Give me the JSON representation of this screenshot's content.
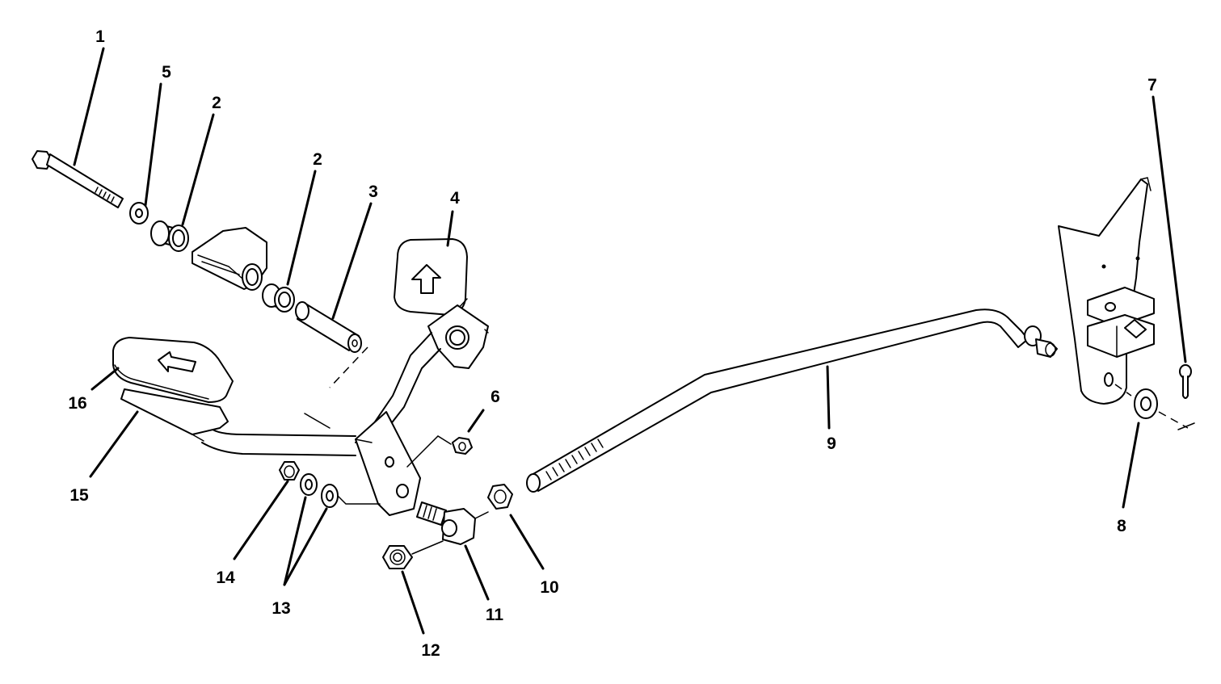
{
  "diagram": {
    "colors": {
      "line": "#000000",
      "background": "#ffffff"
    },
    "callouts": {
      "c1": "1",
      "c2a": "2",
      "c2b": "2",
      "c3": "3",
      "c4": "4",
      "c5": "5",
      "c6": "6",
      "c7": "7",
      "c8": "8",
      "c9": "9",
      "c10": "10",
      "c11": "11",
      "c12": "12",
      "c13": "13",
      "c14": "14",
      "c15": "15",
      "c16": "16"
    }
  }
}
